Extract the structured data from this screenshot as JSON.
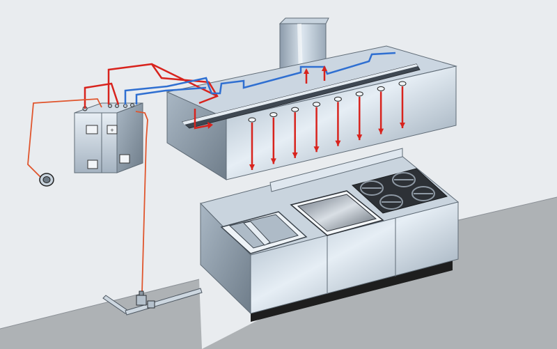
{
  "diagram": {
    "caption": "",
    "components": [
      {
        "id": "hood",
        "label": "",
        "icon": "exhaust-hood"
      },
      {
        "id": "duct",
        "label": "",
        "icon": "exhaust-duct"
      },
      {
        "id": "control-cabinet",
        "label": "",
        "icon": "suppression-control-unit"
      },
      {
        "id": "pull-station",
        "label": "",
        "icon": "manual-pull-station"
      },
      {
        "id": "gas-valve",
        "label": "",
        "icon": "gas-shutoff-valve"
      },
      {
        "id": "sink-counter",
        "label": "",
        "icon": "sink"
      },
      {
        "id": "griddle",
        "label": "",
        "icon": "griddle"
      },
      {
        "id": "range",
        "label": "",
        "icon": "gas-range-burners"
      }
    ],
    "nozzle_count": 8,
    "colors": {
      "wall": "#e9ecef",
      "floor": "#aeb2b5",
      "steel_light": "#d6e1ec",
      "steel_mid": "#a9b7c4",
      "steel_dark": "#7d8b97",
      "agent_line": "#d8231d",
      "detection_line": "#2f6fd1",
      "cable": "#e0552d",
      "base": "#1e1e1e"
    }
  }
}
